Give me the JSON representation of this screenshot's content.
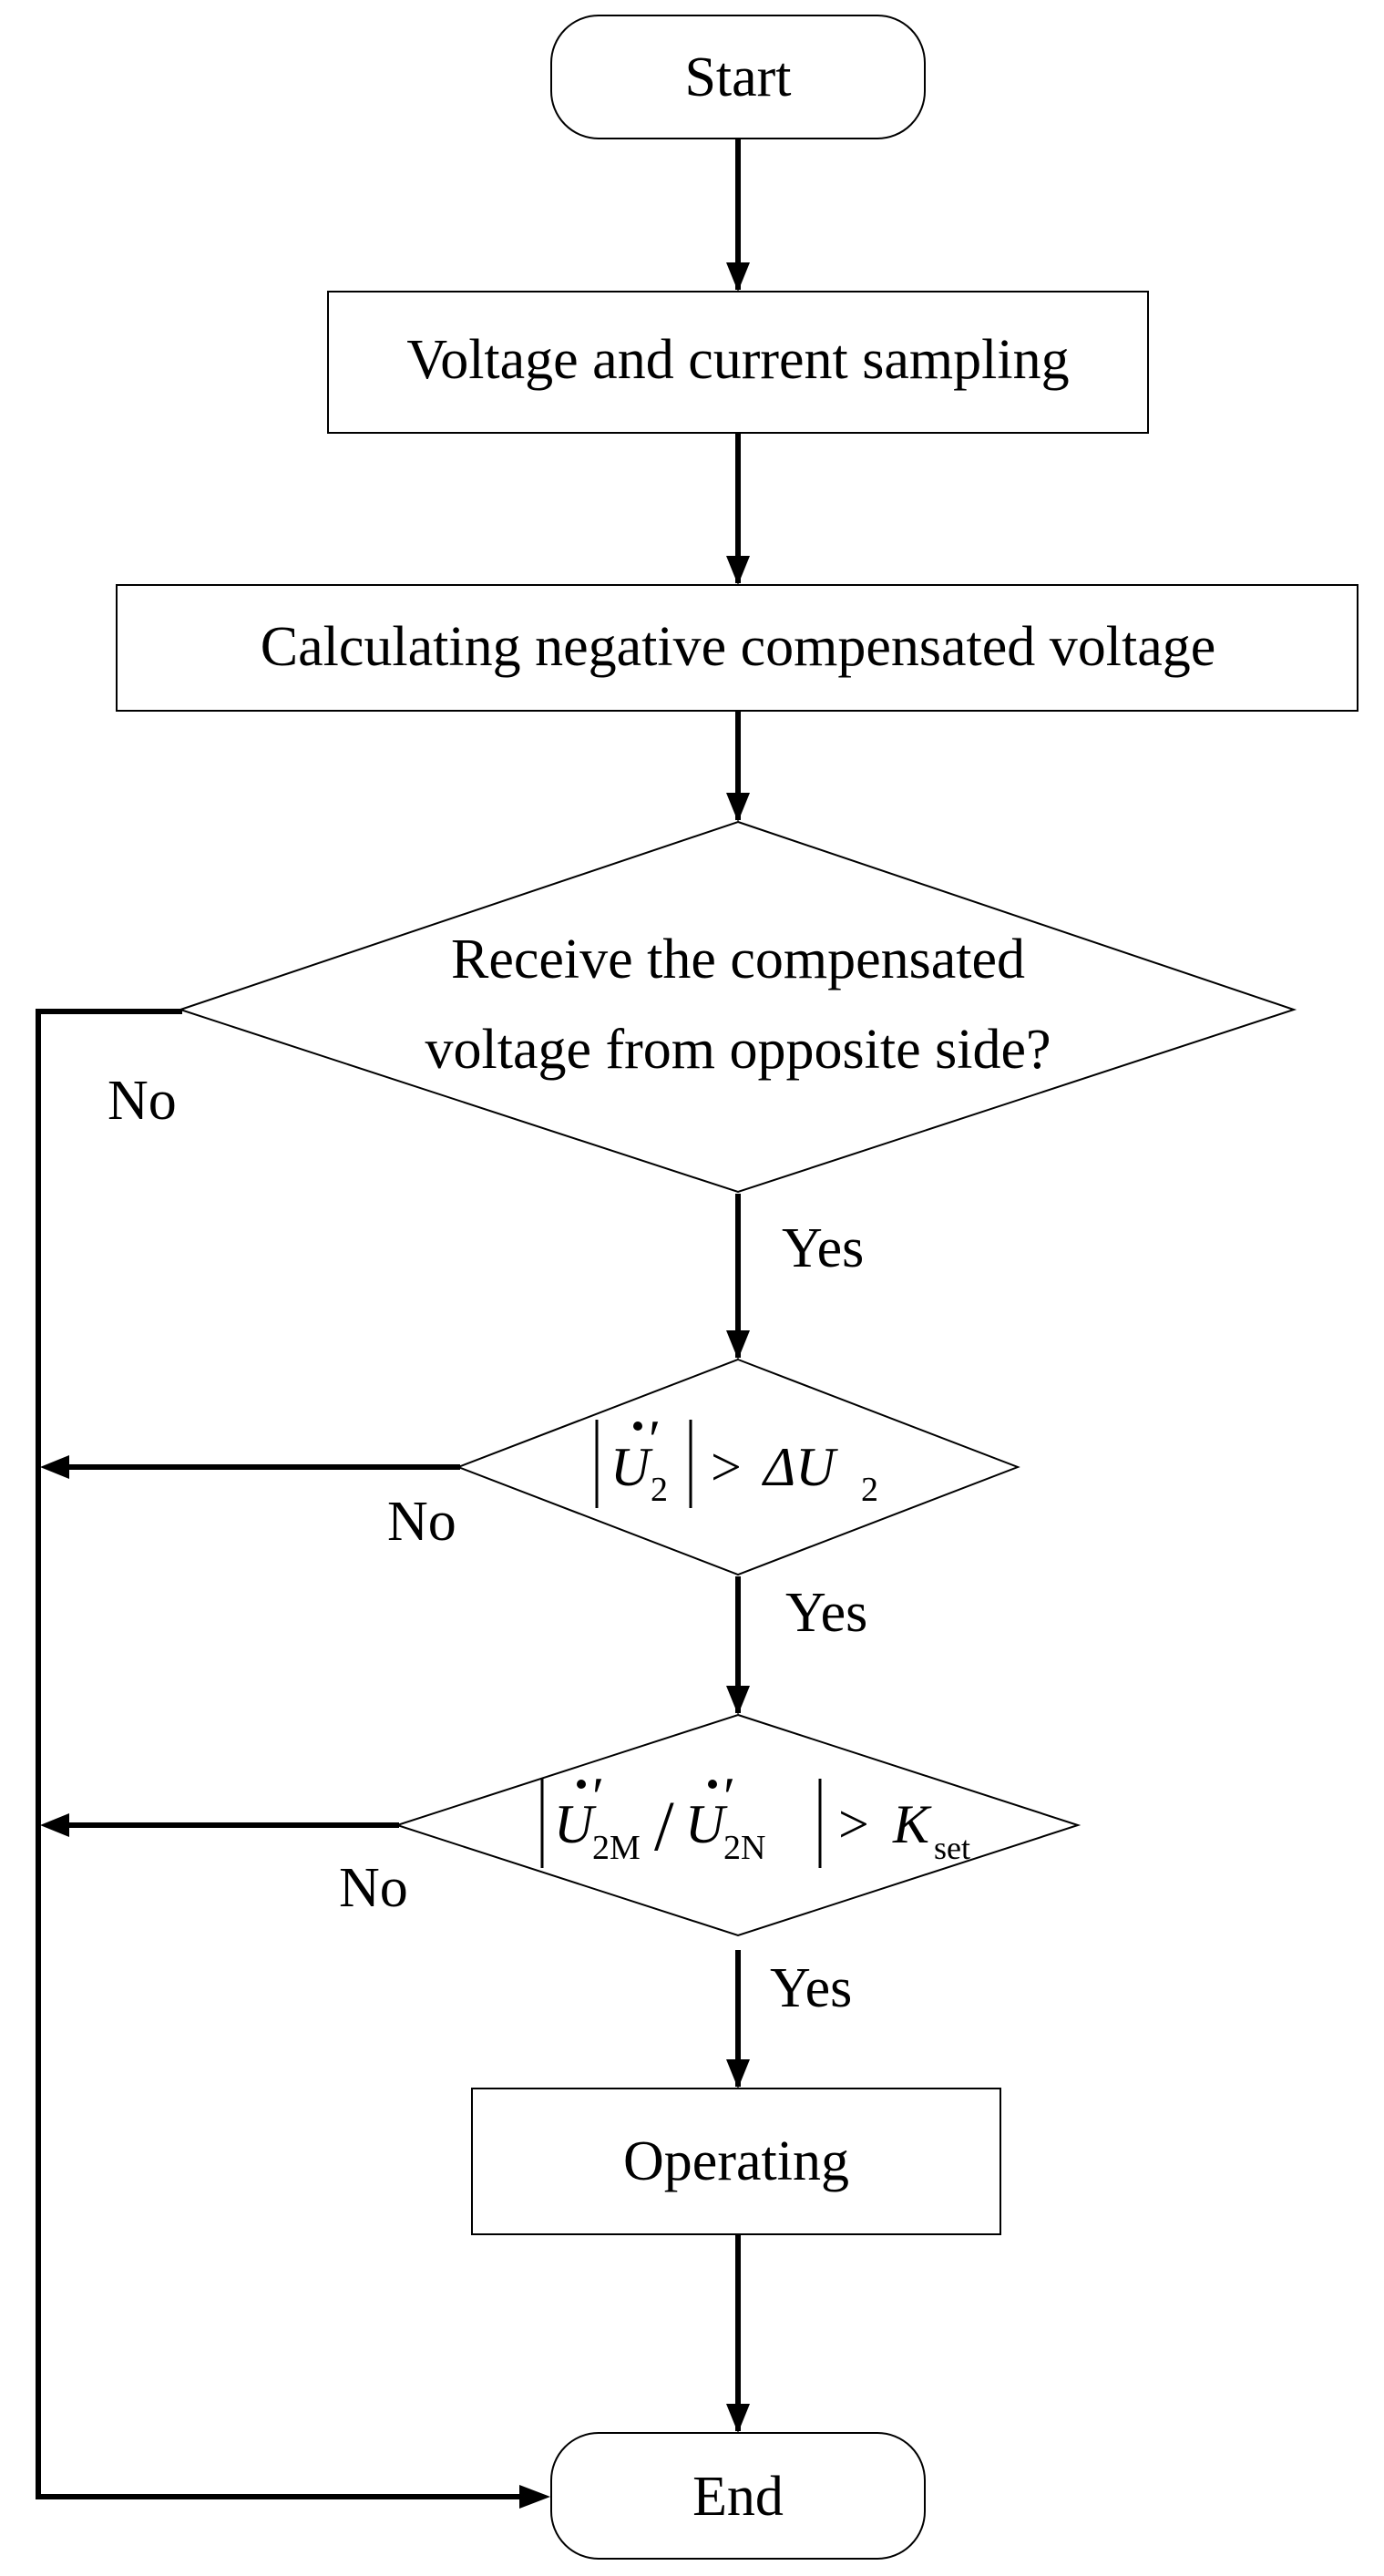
{
  "nodes": {
    "start": {
      "label": "Start"
    },
    "sampling": {
      "label": "Voltage and current sampling"
    },
    "calculating": {
      "label": "Calculating negative compensated voltage"
    },
    "receive": {
      "line1": "Receive the compensated",
      "line2": "voltage from opposite side?"
    },
    "cond1": {
      "formula": "|U̇′2| > ΔU2",
      "symbol": "U",
      "prime": "′",
      "sub": "2",
      "op": ">",
      "delta": "ΔU",
      "rhs_sub": "2"
    },
    "cond2": {
      "formula": "|U̇′2M/U̇′2N| > Kset",
      "symbol": "U",
      "prime": "′",
      "sub_m": "2M",
      "slash": "/",
      "sub_n": "2N",
      "op": ">",
      "k": "K",
      "k_sub": "set"
    },
    "operating": {
      "label": "Operating"
    },
    "end": {
      "label": "End"
    }
  },
  "edges": {
    "receive_no": "No",
    "receive_yes": "Yes",
    "cond1_no": "No",
    "cond1_yes": "Yes",
    "cond2_no": "No",
    "cond2_yes": "Yes"
  }
}
